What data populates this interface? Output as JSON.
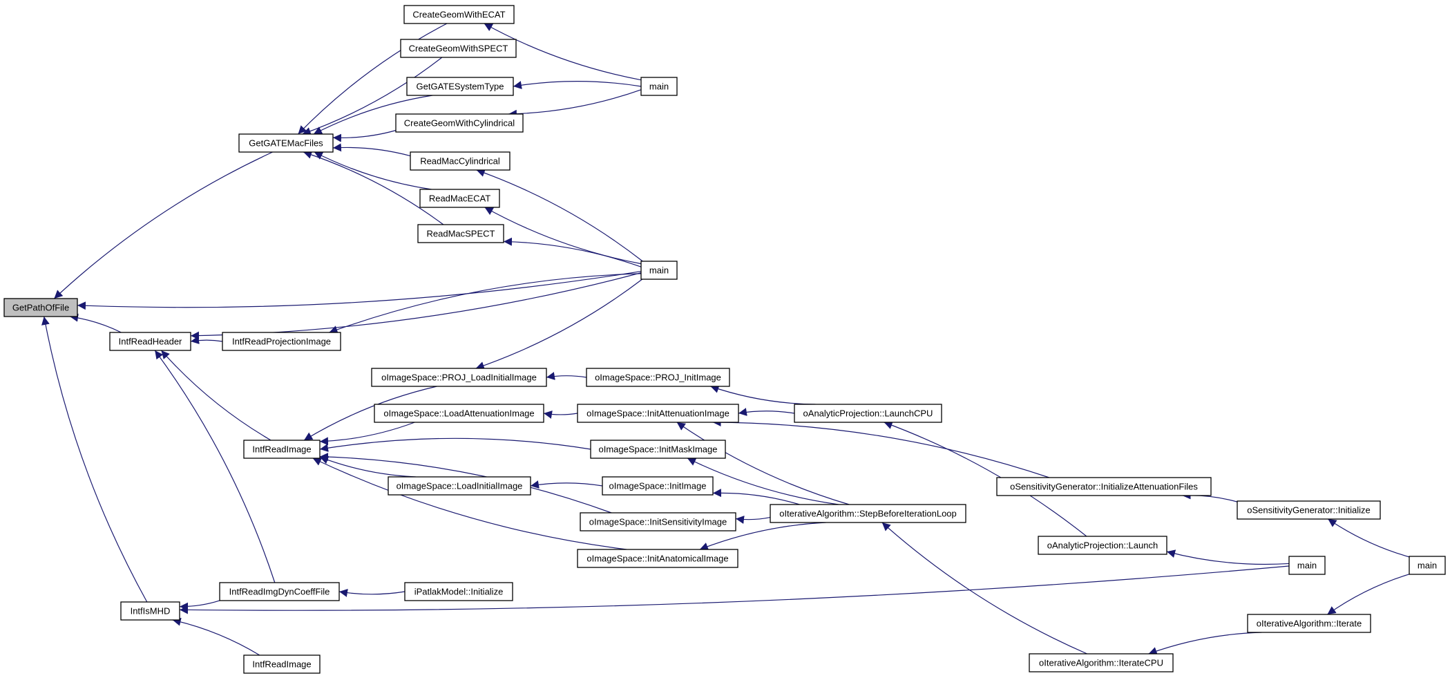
{
  "graph": {
    "type": "caller-graph",
    "edge_color": "#191970",
    "node_fill": "#ffffff",
    "root_fill": "#bfbfbf",
    "nodes": [
      {
        "id": "getpathoffile",
        "label": "GetPathOfFile",
        "root": true
      },
      {
        "id": "getgatemacfiles",
        "label": "GetGATEMacFiles"
      },
      {
        "id": "intfreadheader",
        "label": "IntfReadHeader"
      },
      {
        "id": "intfismhd",
        "label": "IntfIsMHD"
      },
      {
        "id": "creategeomwithecat",
        "label": "CreateGeomWithECAT"
      },
      {
        "id": "creategeomwithspect",
        "label": "CreateGeomWithSPECT"
      },
      {
        "id": "getgatesystemtype",
        "label": "GetGATESystemType"
      },
      {
        "id": "creategeomwithcylindrical",
        "label": "CreateGeomWithCylindrical"
      },
      {
        "id": "readmaccylindrical",
        "label": "ReadMacCylindrical"
      },
      {
        "id": "readmacecat",
        "label": "ReadMacECAT"
      },
      {
        "id": "readmacspect",
        "label": "ReadMacSPECT"
      },
      {
        "id": "main1",
        "label": "main"
      },
      {
        "id": "main2",
        "label": "main"
      },
      {
        "id": "intfreadprojectionimage",
        "label": "IntfReadProjectionImage"
      },
      {
        "id": "intfreadimage1",
        "label": "IntfReadImage"
      },
      {
        "id": "intfreadimgdyncoefffile",
        "label": "IntfReadImgDynCoeffFile"
      },
      {
        "id": "intfreadimage2",
        "label": "IntfReadImage"
      },
      {
        "id": "proj_loadinitialimage",
        "label": "oImageSpace::PROJ_LoadInitialImage"
      },
      {
        "id": "loadattenuationimage",
        "label": "oImageSpace::LoadAttenuationImage"
      },
      {
        "id": "loadinitialimage",
        "label": "oImageSpace::LoadInitialImage"
      },
      {
        "id": "proj_initimage",
        "label": "oImageSpace::PROJ_InitImage"
      },
      {
        "id": "initattenuationimage",
        "label": "oImageSpace::InitAttenuationImage"
      },
      {
        "id": "initmaskimage",
        "label": "oImageSpace::InitMaskImage"
      },
      {
        "id": "initimage",
        "label": "oImageSpace::InitImage"
      },
      {
        "id": "initsensitivityimage",
        "label": "oImageSpace::InitSensitivityImage"
      },
      {
        "id": "initanatomicalimage",
        "label": "oImageSpace::InitAnatomicalImage"
      },
      {
        "id": "ipatlak_initialize",
        "label": "iPatlakModel::Initialize"
      },
      {
        "id": "launchcpu",
        "label": "oAnalyticProjection::LaunchCPU"
      },
      {
        "id": "stepbeforeiterationloop",
        "label": "oIterativeAlgorithm::StepBeforeIterationLoop"
      },
      {
        "id": "initializeattenuationfiles",
        "label": "oSensitivityGenerator::InitializeAttenuationFiles"
      },
      {
        "id": "launch",
        "label": "oAnalyticProjection::Launch"
      },
      {
        "id": "iteratecpu",
        "label": "oIterativeAlgorithm::IterateCPU"
      },
      {
        "id": "main3",
        "label": "main"
      },
      {
        "id": "sensgen_initialize",
        "label": "oSensitivityGenerator::Initialize"
      },
      {
        "id": "iterate",
        "label": "oIterativeAlgorithm::Iterate"
      },
      {
        "id": "main4",
        "label": "main"
      }
    ],
    "edges": [
      {
        "from": "getgatemacfiles",
        "to": "getpathoffile"
      },
      {
        "from": "main2",
        "to": "getpathoffile"
      },
      {
        "from": "intfreadheader",
        "to": "getpathoffile"
      },
      {
        "from": "intfismhd",
        "to": "getpathoffile"
      },
      {
        "from": "creategeomwithecat",
        "to": "getgatemacfiles"
      },
      {
        "from": "creategeomwithspect",
        "to": "getgatemacfiles"
      },
      {
        "from": "getgatesystemtype",
        "to": "getgatemacfiles"
      },
      {
        "from": "creategeomwithcylindrical",
        "to": "getgatemacfiles"
      },
      {
        "from": "readmaccylindrical",
        "to": "getgatemacfiles"
      },
      {
        "from": "readmacecat",
        "to": "getgatemacfiles"
      },
      {
        "from": "readmacspect",
        "to": "getgatemacfiles"
      },
      {
        "from": "main1",
        "to": "creategeomwithecat"
      },
      {
        "from": "main1",
        "to": "getgatesystemtype"
      },
      {
        "from": "main1",
        "to": "creategeomwithcylindrical"
      },
      {
        "from": "main2",
        "to": "readmaccylindrical"
      },
      {
        "from": "main2",
        "to": "readmacecat"
      },
      {
        "from": "main2",
        "to": "readmacspect"
      },
      {
        "from": "main2",
        "to": "intfreadheader"
      },
      {
        "from": "main2",
        "to": "intfreadprojectionimage"
      },
      {
        "from": "main2",
        "to": "proj_loadinitialimage"
      },
      {
        "from": "intfreadprojectionimage",
        "to": "intfreadheader"
      },
      {
        "from": "intfreadimage1",
        "to": "intfreadheader"
      },
      {
        "from": "intfreadimgdyncoefffile",
        "to": "intfreadheader"
      },
      {
        "from": "intfreadimgdyncoefffile",
        "to": "intfismhd"
      },
      {
        "from": "intfreadimage2",
        "to": "intfismhd"
      },
      {
        "from": "main3",
        "to": "intfismhd"
      },
      {
        "from": "proj_loadinitialimage",
        "to": "intfreadimage1"
      },
      {
        "from": "loadattenuationimage",
        "to": "intfreadimage1"
      },
      {
        "from": "initmaskimage",
        "to": "intfreadimage1"
      },
      {
        "from": "loadinitialimage",
        "to": "intfreadimage1"
      },
      {
        "from": "initsensitivityimage",
        "to": "intfreadimage1"
      },
      {
        "from": "initanatomicalimage",
        "to": "intfreadimage1"
      },
      {
        "from": "proj_initimage",
        "to": "proj_loadinitialimage"
      },
      {
        "from": "initattenuationimage",
        "to": "loadattenuationimage"
      },
      {
        "from": "initimage",
        "to": "loadinitialimage"
      },
      {
        "from": "launchcpu",
        "to": "proj_initimage"
      },
      {
        "from": "launchcpu",
        "to": "initattenuationimage"
      },
      {
        "from": "stepbeforeiterationloop",
        "to": "initattenuationimage"
      },
      {
        "from": "initializeattenuationfiles",
        "to": "initattenuationimage"
      },
      {
        "from": "stepbeforeiterationloop",
        "to": "initmaskimage"
      },
      {
        "from": "stepbeforeiterationloop",
        "to": "initimage"
      },
      {
        "from": "stepbeforeiterationloop",
        "to": "initsensitivityimage"
      },
      {
        "from": "stepbeforeiterationloop",
        "to": "initanatomicalimage"
      },
      {
        "from": "ipatlak_initialize",
        "to": "intfreadimgdyncoefffile"
      },
      {
        "from": "launch",
        "to": "launchcpu"
      },
      {
        "from": "iteratecpu",
        "to": "stepbeforeiterationloop"
      },
      {
        "from": "sensgen_initialize",
        "to": "initializeattenuationfiles"
      },
      {
        "from": "main3",
        "to": "launch"
      },
      {
        "from": "iterate",
        "to": "iteratecpu"
      },
      {
        "from": "main4",
        "to": "sensgen_initialize"
      },
      {
        "from": "main4",
        "to": "iterate"
      }
    ]
  }
}
